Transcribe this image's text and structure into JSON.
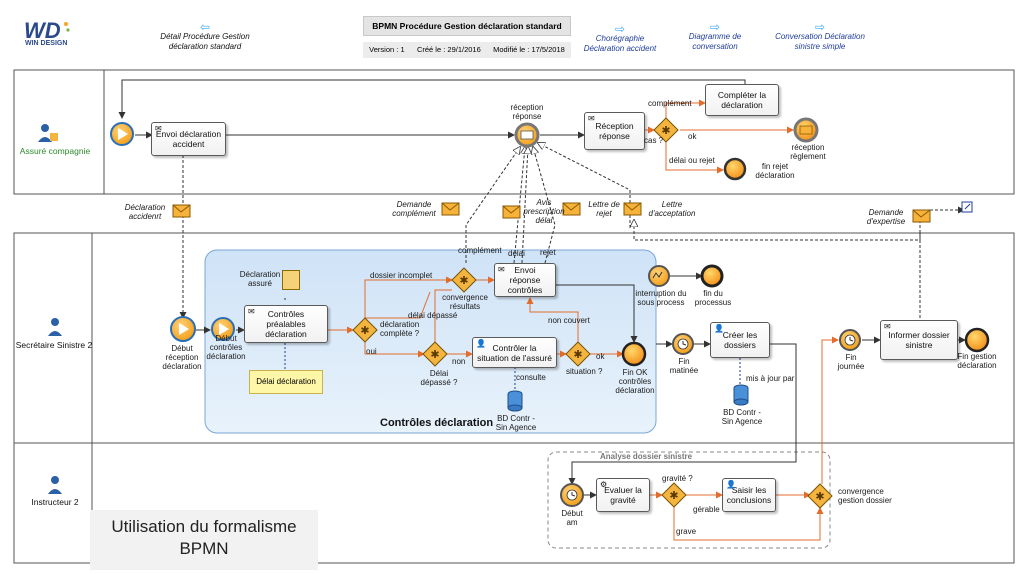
{
  "header": {
    "logo_text": "WIN DESIGN",
    "nav_back_label": "Détail Procédure Gestion déclaration standard",
    "title": "BPMN Procédure Gestion déclaration standard",
    "version": "Version : 1",
    "created": "Créé le : 29/1/2016",
    "modified": "Modifié le : 17/5/2018",
    "nav_links": [
      "Chorégraphie Déclaration accident",
      "Diagramme de conversation",
      "Conversation Déclaration sinistre simple"
    ]
  },
  "lanes": {
    "assure": "Assuré compagnie",
    "secretaire": "Secrétaire Sinistre 2",
    "instructeur": "Instructeur 2"
  },
  "tasks": {
    "envoi_declaration": "Envoi déclaration accident",
    "reception_reponse": "Réception réponse",
    "completer_declaration": "Compléter la déclaration",
    "controles_prealables": "Contrôles préalables déclaration",
    "envoi_reponse": "Envoi réponse contrôles",
    "controler_situation": "Contrôler la situation de l'assuré",
    "creer_dossiers": "Créer les dossiers",
    "informer_dossier": "Informer dossier sinistre",
    "evaluer_gravite": "Evaluer la gravité",
    "saisir_conclusions": "Saisir les conclusions"
  },
  "events": {
    "reception_reponse_evt": "réception réponse",
    "reception_reglement": "réception règlement",
    "fin_rejet": "fin rejet déclaration",
    "debut_reception": "Début réception déclaration",
    "debut_controles": "Début contrôles déclaration",
    "interruption": "interruption du sous process",
    "fin_processus": "fin du processus",
    "fin_ok": "Fin OK contrôles déclaration",
    "fin_matinee": "Fin matinée",
    "fin_journee": "Fin journée",
    "fin_gestion": "Fin gestion déclaration",
    "debut_am": "Début am"
  },
  "gateways": {
    "cas": "cas ?",
    "convergence_resultats": "convergence résultats",
    "declaration_complete": "déclaration complète ?",
    "delai_depasse_q": "Délai dépassé ?",
    "situation": "situation ?",
    "gravite": "gravité ?",
    "convergence_dossier": "convergence gestion dossier"
  },
  "flow_labels": {
    "complement": "complément",
    "ok": "ok",
    "delai_ou_rejet": "délai ou rejet",
    "dossier_incomplet": "dossier incomplet",
    "delai_depasse": "délai dépassé",
    "oui": "oui",
    "non": "non",
    "non_couvert": "non couvert",
    "ok2": "ok",
    "complement2": "complément",
    "delai": "délai",
    "rejet": "rejet",
    "gerable": "gérable",
    "grave": "grave",
    "consulte": "consulte",
    "mis_a_jour": "mis à jour par"
  },
  "messages": {
    "declaration_accident": "Déclaration accidenrt",
    "demande_complement": "Demande complément",
    "avis_prescription": "Avis prescription délai",
    "lettre_rejet": "Lettre de rejet",
    "lettre_acceptation": "Lettre d'acceptation",
    "demande_expertise": "Demande d'expertise"
  },
  "artifacts": {
    "declaration_assure": "Déclaration assuré",
    "delai_declaration": "Délai déclaration",
    "bd_1": "BD Contr - Sin Agence",
    "bd_2": "BD Contr - Sin Agence"
  },
  "subprocess": {
    "controles_title": "Contrôles déclaration",
    "analyse_title": "Analyse dossier sinistre"
  },
  "caption": {
    "line1": "Utilisation du formalisme",
    "line2": "BPMN"
  },
  "colors": {
    "event_start": "#f6a823",
    "event_end": "#f7941d",
    "gateway": "#f3b53f",
    "subprocess_bg": "#d7e8f8",
    "flow_orange": "#e36c2c",
    "link_blue": "#1f3c9c"
  }
}
